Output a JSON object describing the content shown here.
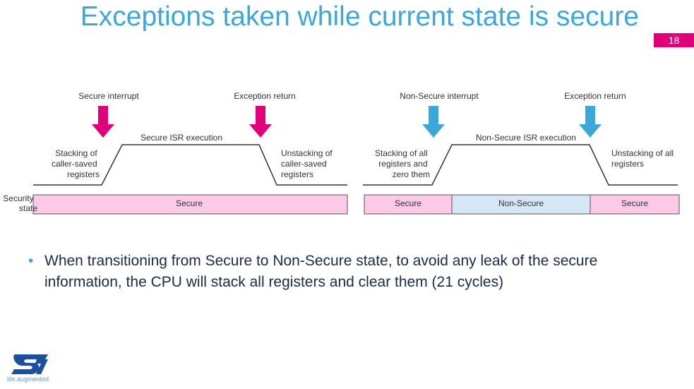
{
  "slide": {
    "title": "Exceptions taken while current state is secure",
    "page_number": "18"
  },
  "colors": {
    "title": "#3aa9da",
    "accent": "#e2007a",
    "secure_fill": "#fcc9e8",
    "nonsecure_fill": "#d5e6f4",
    "secure_arrow": "#e2007a",
    "nonsecure_arrow": "#3aa9da"
  },
  "diagram": {
    "security_state_label": "Security\nstate",
    "left": {
      "interrupt_label": "Secure interrupt",
      "return_label": "Exception return",
      "isr_label": "Secure ISR execution",
      "stacking_label": "Stacking of\ncaller-saved\nregisters",
      "unstacking_label": "Unstacking of\ncaller-saved\nregisters",
      "states": [
        "Secure"
      ]
    },
    "right": {
      "interrupt_label": "Non-Secure interrupt",
      "return_label": "Exception return",
      "isr_label": "Non-Secure ISR execution",
      "stacking_label": "Stacking of all\nregisters and\nzero them",
      "unstacking_label": "Unstacking of all\nregisters",
      "states": [
        "Secure",
        "Non-Secure",
        "Secure"
      ]
    }
  },
  "bullet": {
    "text": "When transitioning from Secure to Non-Secure state, to avoid any leak of the secure information, the CPU will stack all registers and clear them (21 cycles)"
  },
  "footer": {
    "logo_tagline": "life.augmented"
  }
}
